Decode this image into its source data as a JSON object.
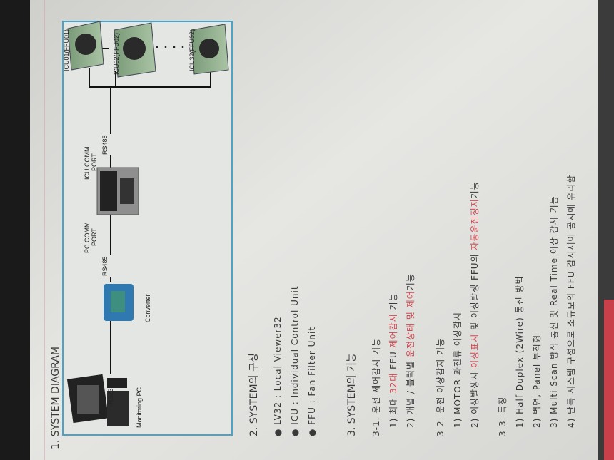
{
  "section1": {
    "title": "1. SYSTEM DIAGRAM",
    "labels": {
      "monitoring_pc": "Monitoring PC",
      "rs232": "-RS232-",
      "converter": "Converter",
      "rs485_a": "RS485",
      "pc_comm_port_1": "PC COMM",
      "pc_comm_port_2": "PORT",
      "icu_comm_port_1": "ICU COMM",
      "icu_comm_port_2": "PORT",
      "rs485_b": "RS485",
      "icu01": "ICU01(FFU01)",
      "icu02": "ICU02(FFU02)",
      "icu32": "ICU32(FFU32)"
    }
  },
  "section2": {
    "title": "2. SYSTEM의 구성",
    "items": [
      "● LV32 : Local Viewer32",
      "● ICU  : Individual Control Unit",
      "● FFU  : Fan Filter Unit"
    ]
  },
  "section3": {
    "title": "3. SYSTEM의 기능",
    "s31": {
      "title": "3-1. 운전 제어감시 기능",
      "i1": [
        "1) 최대 ",
        "32대",
        " FFU ",
        "제어감시",
        " 기능"
      ],
      "i2": [
        "2) 개별 / 블럭별 ",
        "운전상태 및 제어",
        "기능"
      ]
    },
    "s32": {
      "title": "3-2. 운전 이상감지 기능",
      "i1": "1) MOTOR 과전류 이상감시",
      "i2": [
        "2) 이상발생시 ",
        "이상표시",
        " 및 이상발생 FFU의 ",
        "자동운전정지",
        "기능"
      ]
    },
    "s33": {
      "title": "3-3. 특징",
      "items": [
        "1) Half Duplex (2Wire) 통신 방법",
        "2) 벽면, Panel 부착형",
        "3) Multi Scan 방식 통신 및 Real Time 이상 감시 기능",
        "4) 단독 시스템 구성으로 소규모의 FFU 감시제어 공시에 유리함"
      ]
    }
  },
  "colors": {
    "accent_red": "#d8454f",
    "diagram_border": "#4aa3c8"
  }
}
